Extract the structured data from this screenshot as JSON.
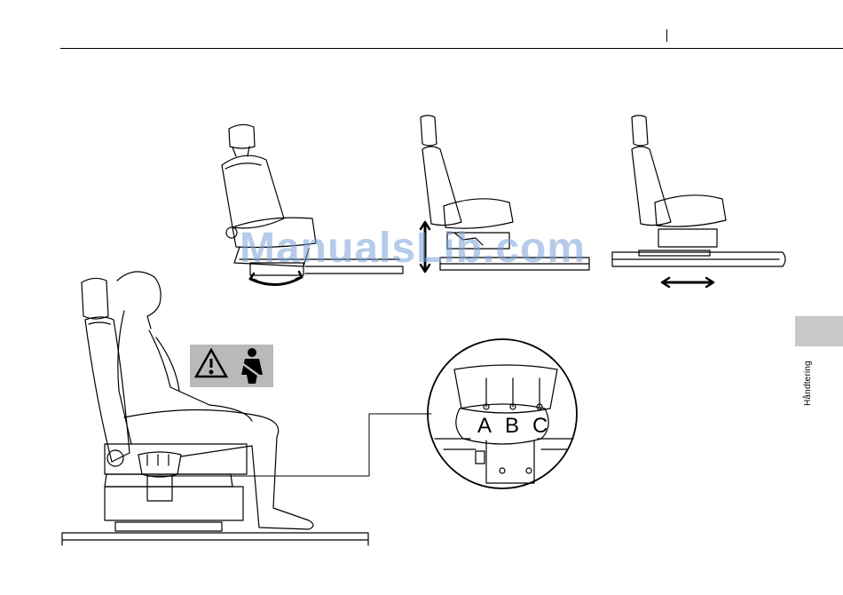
{
  "side_tab": {
    "label": "Håndtering"
  },
  "watermark": {
    "text": "ManualsLib.com"
  },
  "detail_labels": {
    "a": "A",
    "b": "B",
    "c": "C"
  },
  "icons": [
    "warning-triangle-icon",
    "seatbelt-icon"
  ],
  "colors": {
    "tab": "#c8c8c8",
    "warning_box": "#b9b9b9",
    "watermark": "#78a0d7"
  }
}
